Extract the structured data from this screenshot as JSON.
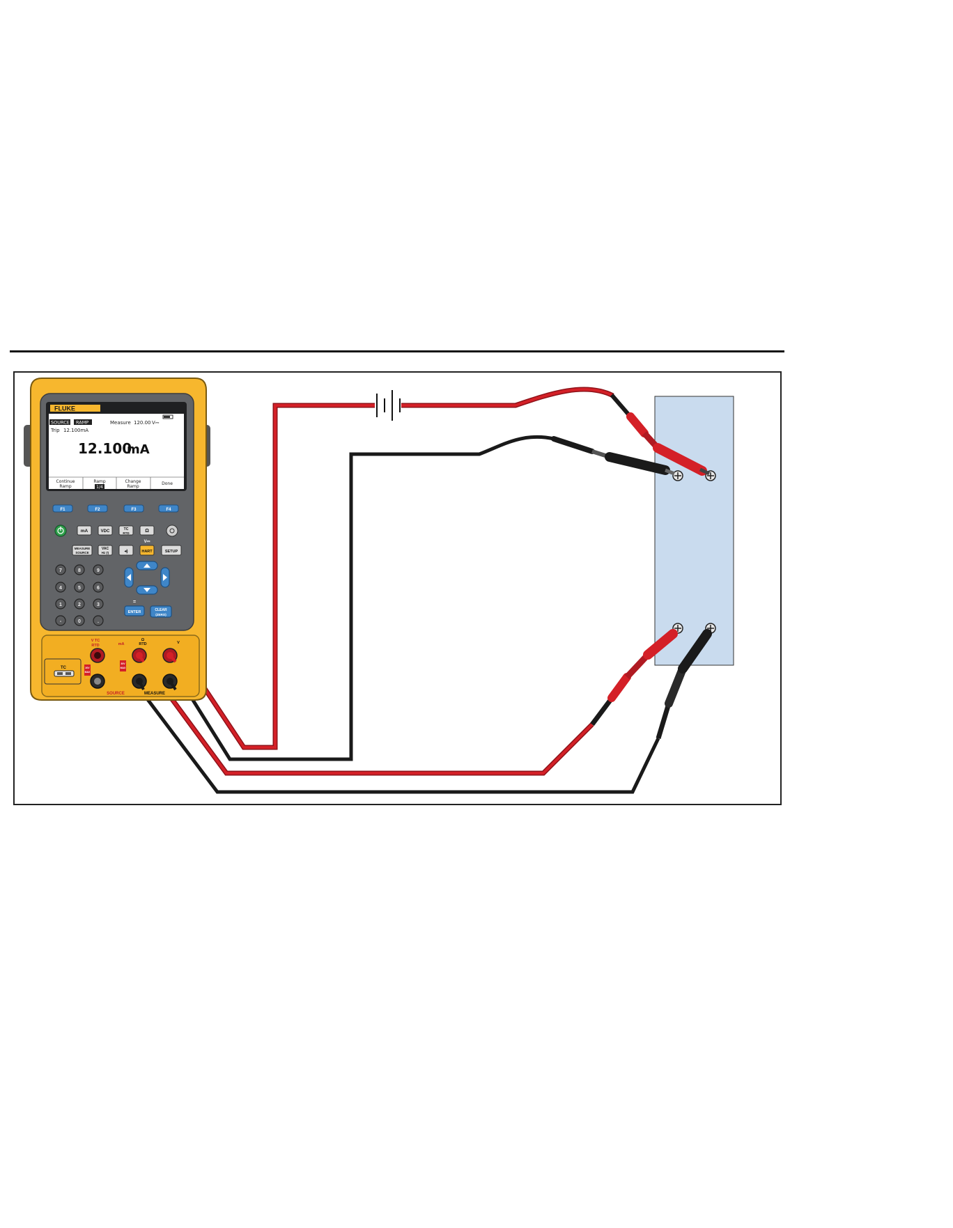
{
  "device": {
    "brand": "FLUKE",
    "screen": {
      "tab_source": "SOURCE",
      "tab_ramp": "RAMP",
      "measure_label": "Measure",
      "measure_value": "120.00",
      "measure_unit": "V⎓",
      "trip_label": "Trip",
      "trip_value": "12.100mA",
      "main_value": "12.100",
      "main_unit": "mA",
      "softkeys": [
        {
          "line1": "Continue",
          "line2": "Ramp"
        },
        {
          "line1": "Ramp",
          "line2": "1/4"
        },
        {
          "line1": "Change",
          "line2": "Ramp"
        },
        {
          "line1": "Done",
          "line2": ""
        }
      ]
    },
    "fkeys": [
      "F1",
      "F2",
      "F3",
      "F4"
    ],
    "keys": {
      "ma": "mA",
      "vdc": "VDC",
      "tc_top": "TC",
      "tc_bot": "RTD",
      "ohm": "Ω",
      "measure_top": "MEASURE",
      "measure_bot": "SOURCE",
      "vac_top": "VAC",
      "vac_bot": "Hz ∏",
      "hart": "HART",
      "setup": "SETUP",
      "enter": "ENTER",
      "clear_top": "CLEAR",
      "clear_bot": "(ZERO)",
      "v_label": "V⎓",
      "eq": "="
    },
    "numpad": [
      "7",
      "8",
      "9",
      "4",
      "5",
      "6",
      "1",
      "2",
      "3",
      "-",
      "0",
      "."
    ],
    "jacks": {
      "tc_label": "TC",
      "vtc_label_1": "V TC",
      "vtc_label_2": "RTD",
      "ma_label": "mA",
      "rtd_label_1": "Ω",
      "rtd_label_2": "RTD",
      "v_label": "V",
      "max_1": "30V",
      "max_2": "MAX",
      "source_label": "SOURCE",
      "measure_label": "MEASURE"
    }
  },
  "colors": {
    "red_wire": "#d42027",
    "black_wire": "#1a1a1a",
    "device_yellow": "#f7b72e",
    "panel_blue": "#c9dbee"
  }
}
